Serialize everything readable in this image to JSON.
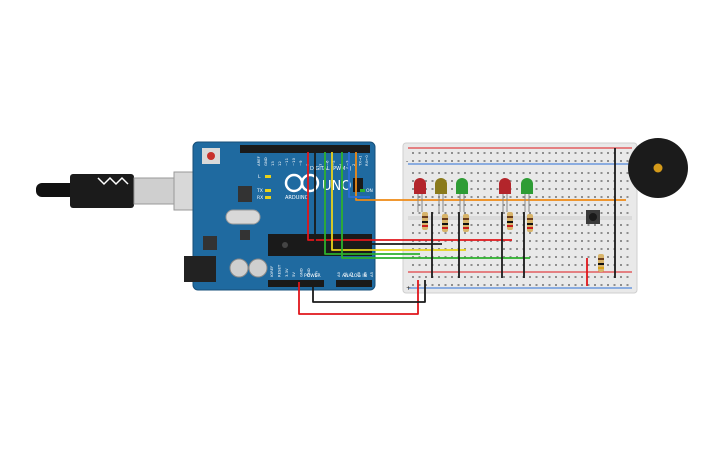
{
  "board": {
    "brand": "ARDUINO",
    "model": "UNO",
    "digital_label": "DIGITAL (PWM~)",
    "power_label": "POWER",
    "analog_label": "ANALOG IN",
    "on_label": "ON",
    "tx_label": "TX",
    "rx_label": "RX",
    "l_label": "L",
    "power_pins": [
      "IOREF",
      "RESET",
      "3.3V",
      "5V",
      "GND",
      "GND",
      "Vin"
    ],
    "analog_pins": [
      "A0",
      "A1",
      "A2",
      "A3",
      "A4",
      "A5"
    ],
    "digital_pins_hi": [
      "AREF",
      "GND",
      "13",
      "12",
      "~11",
      "~10",
      "~9",
      "8"
    ],
    "digital_pins_lo": [
      "7",
      "~6",
      "~5",
      "4",
      "~3",
      "2",
      "TX→1",
      "RX←0"
    ]
  },
  "breadboard": {
    "rail_plus": "+",
    "rail_minus": "-"
  },
  "components": {
    "leds": [
      {
        "id": "led1",
        "color": "#b3252b"
      },
      {
        "id": "led2",
        "color": "#8a7a1c"
      },
      {
        "id": "led3",
        "color": "#2e9c35"
      },
      {
        "id": "led4",
        "color": "#b3252b"
      },
      {
        "id": "led5",
        "color": "#2e9c35"
      }
    ],
    "buzzer": "piezo-buzzer",
    "button": "push-button"
  },
  "colors": {
    "arduino_blue": "#1f6aa0",
    "breadboard": "#e9e9e9",
    "wire_red": "#e0161b",
    "wire_black": "#1a1a1a",
    "wire_green": "#2db02d",
    "wire_yellow": "#e8d21b",
    "wire_orange": "#ee8a16",
    "wire_blue": "#2a6fd6"
  }
}
